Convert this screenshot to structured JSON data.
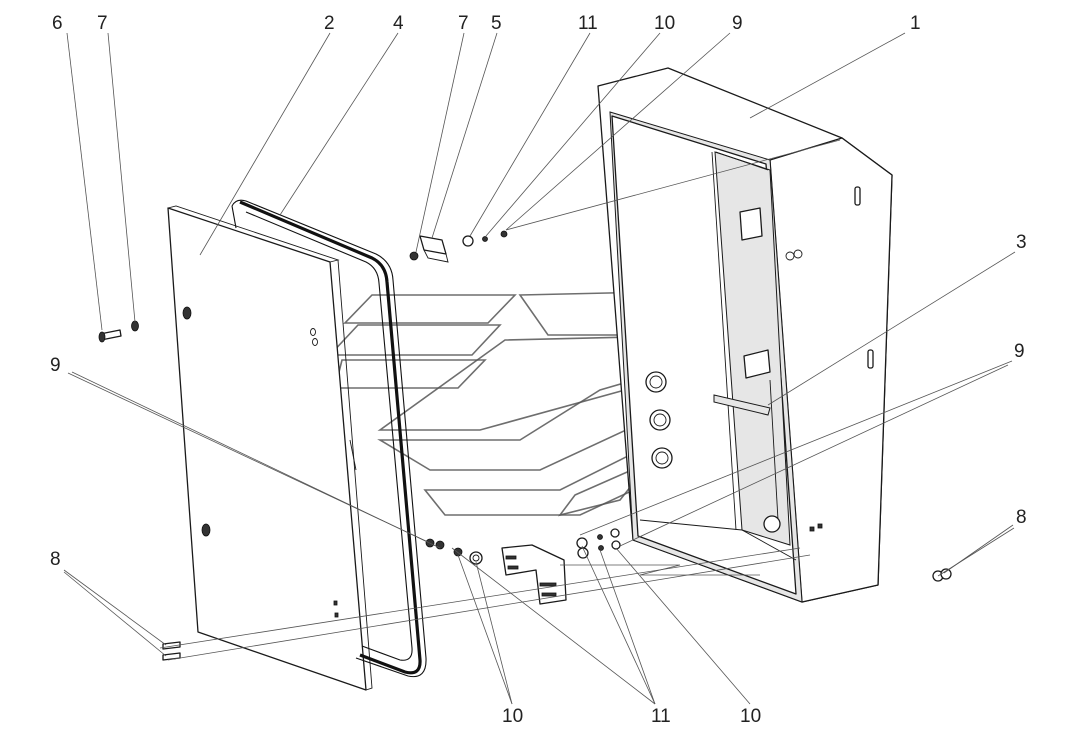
{
  "diagram": {
    "callouts": [
      {
        "label": "6"
      },
      {
        "label": "7"
      },
      {
        "label": "2"
      },
      {
        "label": "4"
      },
      {
        "label": "7"
      },
      {
        "label": "5"
      },
      {
        "label": "11"
      },
      {
        "label": "10"
      },
      {
        "label": "9"
      },
      {
        "label": "1"
      },
      {
        "label": "3"
      },
      {
        "label": "9"
      },
      {
        "label": "9"
      },
      {
        "label": "8"
      },
      {
        "label": "8"
      },
      {
        "label": "10"
      },
      {
        "label": "11"
      },
      {
        "label": "10"
      }
    ]
  }
}
